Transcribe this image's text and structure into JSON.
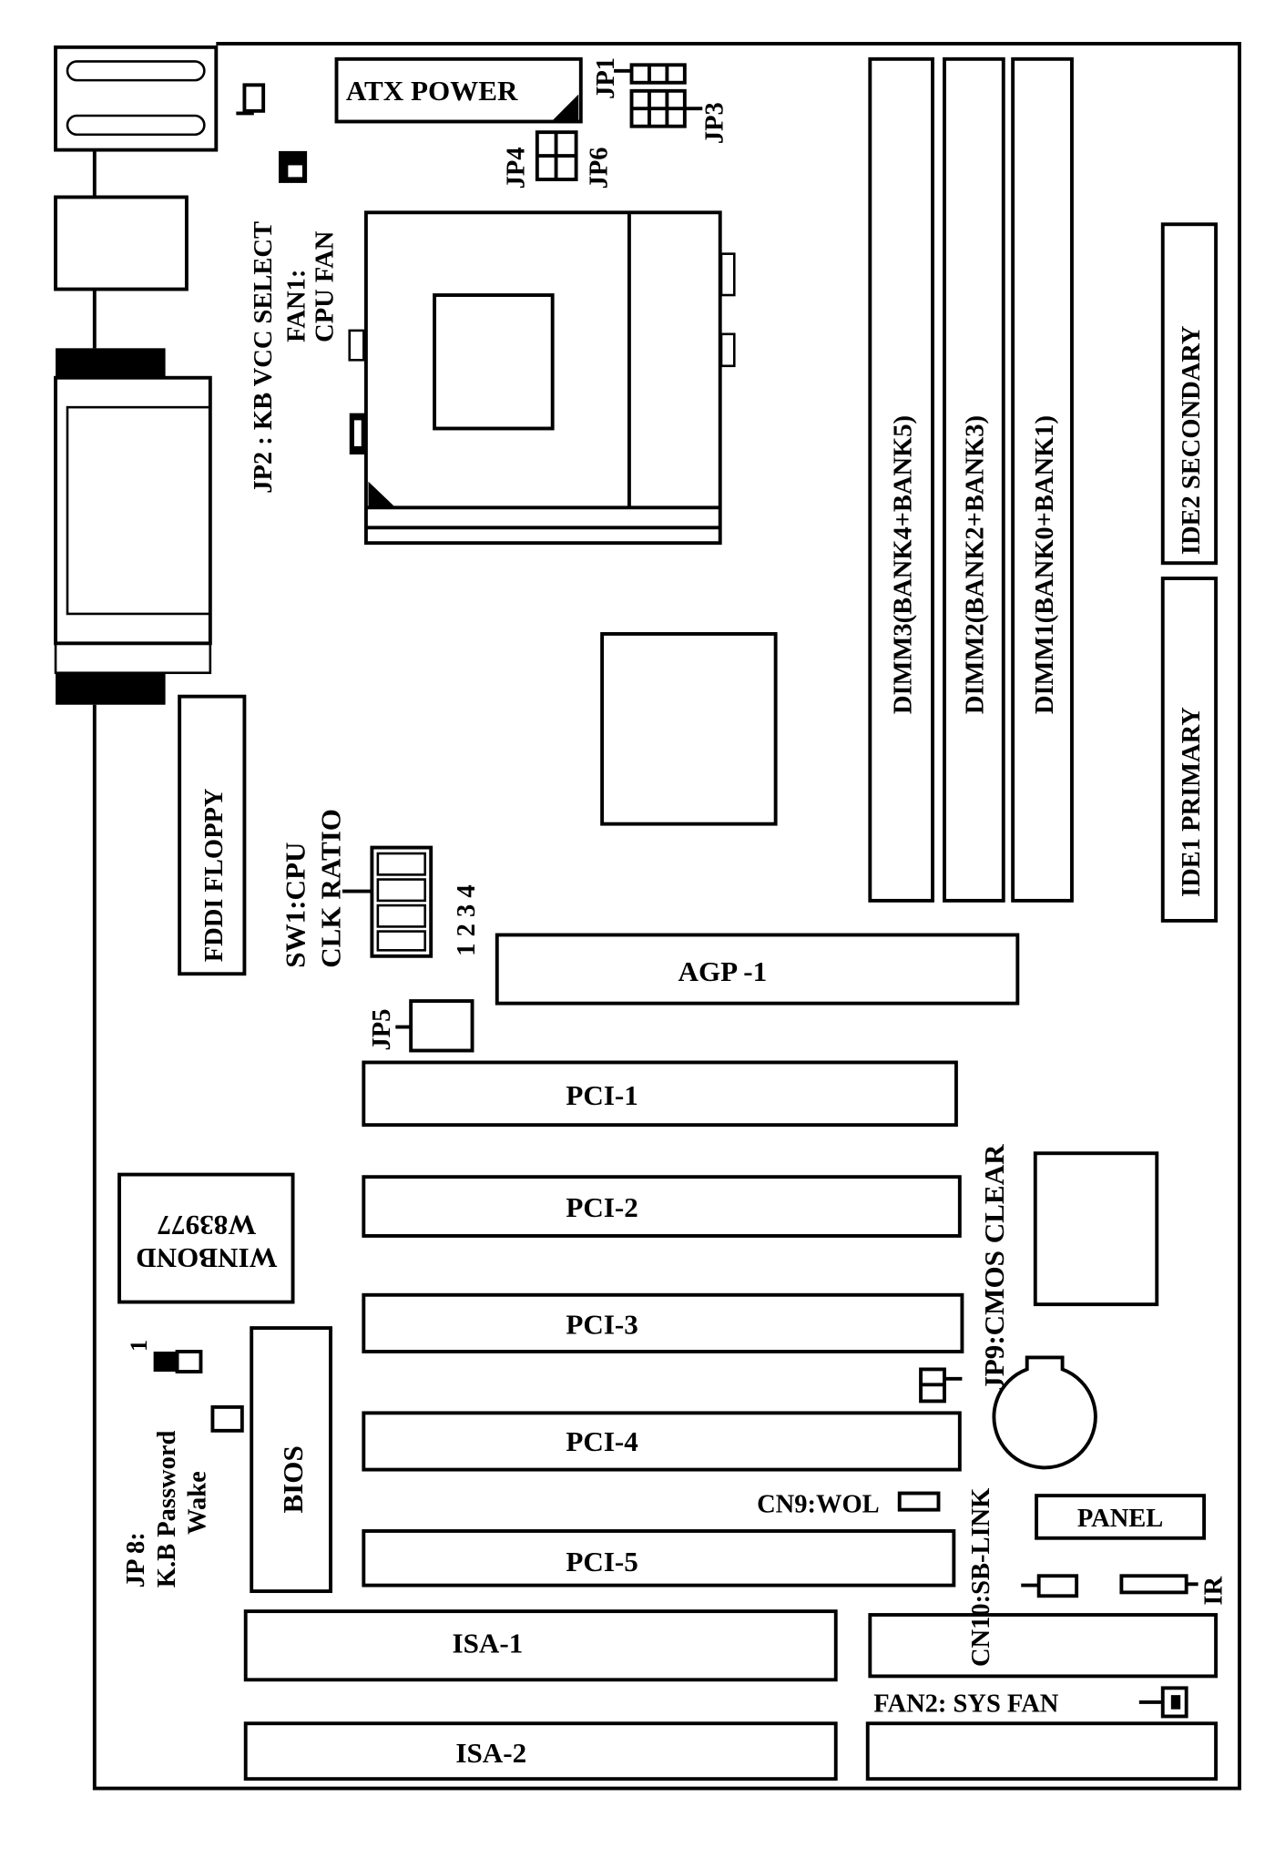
{
  "labels": {
    "atx_power": "ATX POWER",
    "jp1": "JP1",
    "jp3": "JP3",
    "jp4": "JP4",
    "jp6": "JP6",
    "jp2": "JP2 : KB VCC SELECT",
    "fan1_a": "FAN1:",
    "fan1_b": "CPU FAN",
    "dimm3": "DIMM3(BANK4+BANK5)",
    "dimm2": "DIMM2(BANK2+BANK3)",
    "dimm1": "DIMM1(BANK0+BANK1)",
    "ide2": "IDE2 SECONDARY",
    "ide1": "IDE1 PRIMARY",
    "floppy": "FDDI FLOPPY",
    "sw1_a": "SW1:CPU",
    "sw1_b": "CLK RATIO",
    "sw1_nums": "1 2 3 4",
    "agp": "AGP -1",
    "jp5": "JP5",
    "pci1": "PCI-1",
    "pci2": "PCI-2",
    "pci3": "PCI-3",
    "pci4": "PCI-4",
    "pci5": "PCI-5",
    "winbond_a": "WINBOND",
    "winbond_b": "W83977",
    "jp9": "JP9:CMOS CLEAR",
    "cn9": "CN9:WOL",
    "panel": "PANEL",
    "cn10": "CN10:SB-LINK",
    "ir": "IR",
    "isa1": "ISA-1",
    "isa2": "ISA-2",
    "fan2": "FAN2: SYS FAN",
    "bios": "BIOS",
    "jp8_a": "JP 8:",
    "jp8_b": "K.B Password",
    "jp8_c": "Wake",
    "jp8_pin1": "1"
  }
}
